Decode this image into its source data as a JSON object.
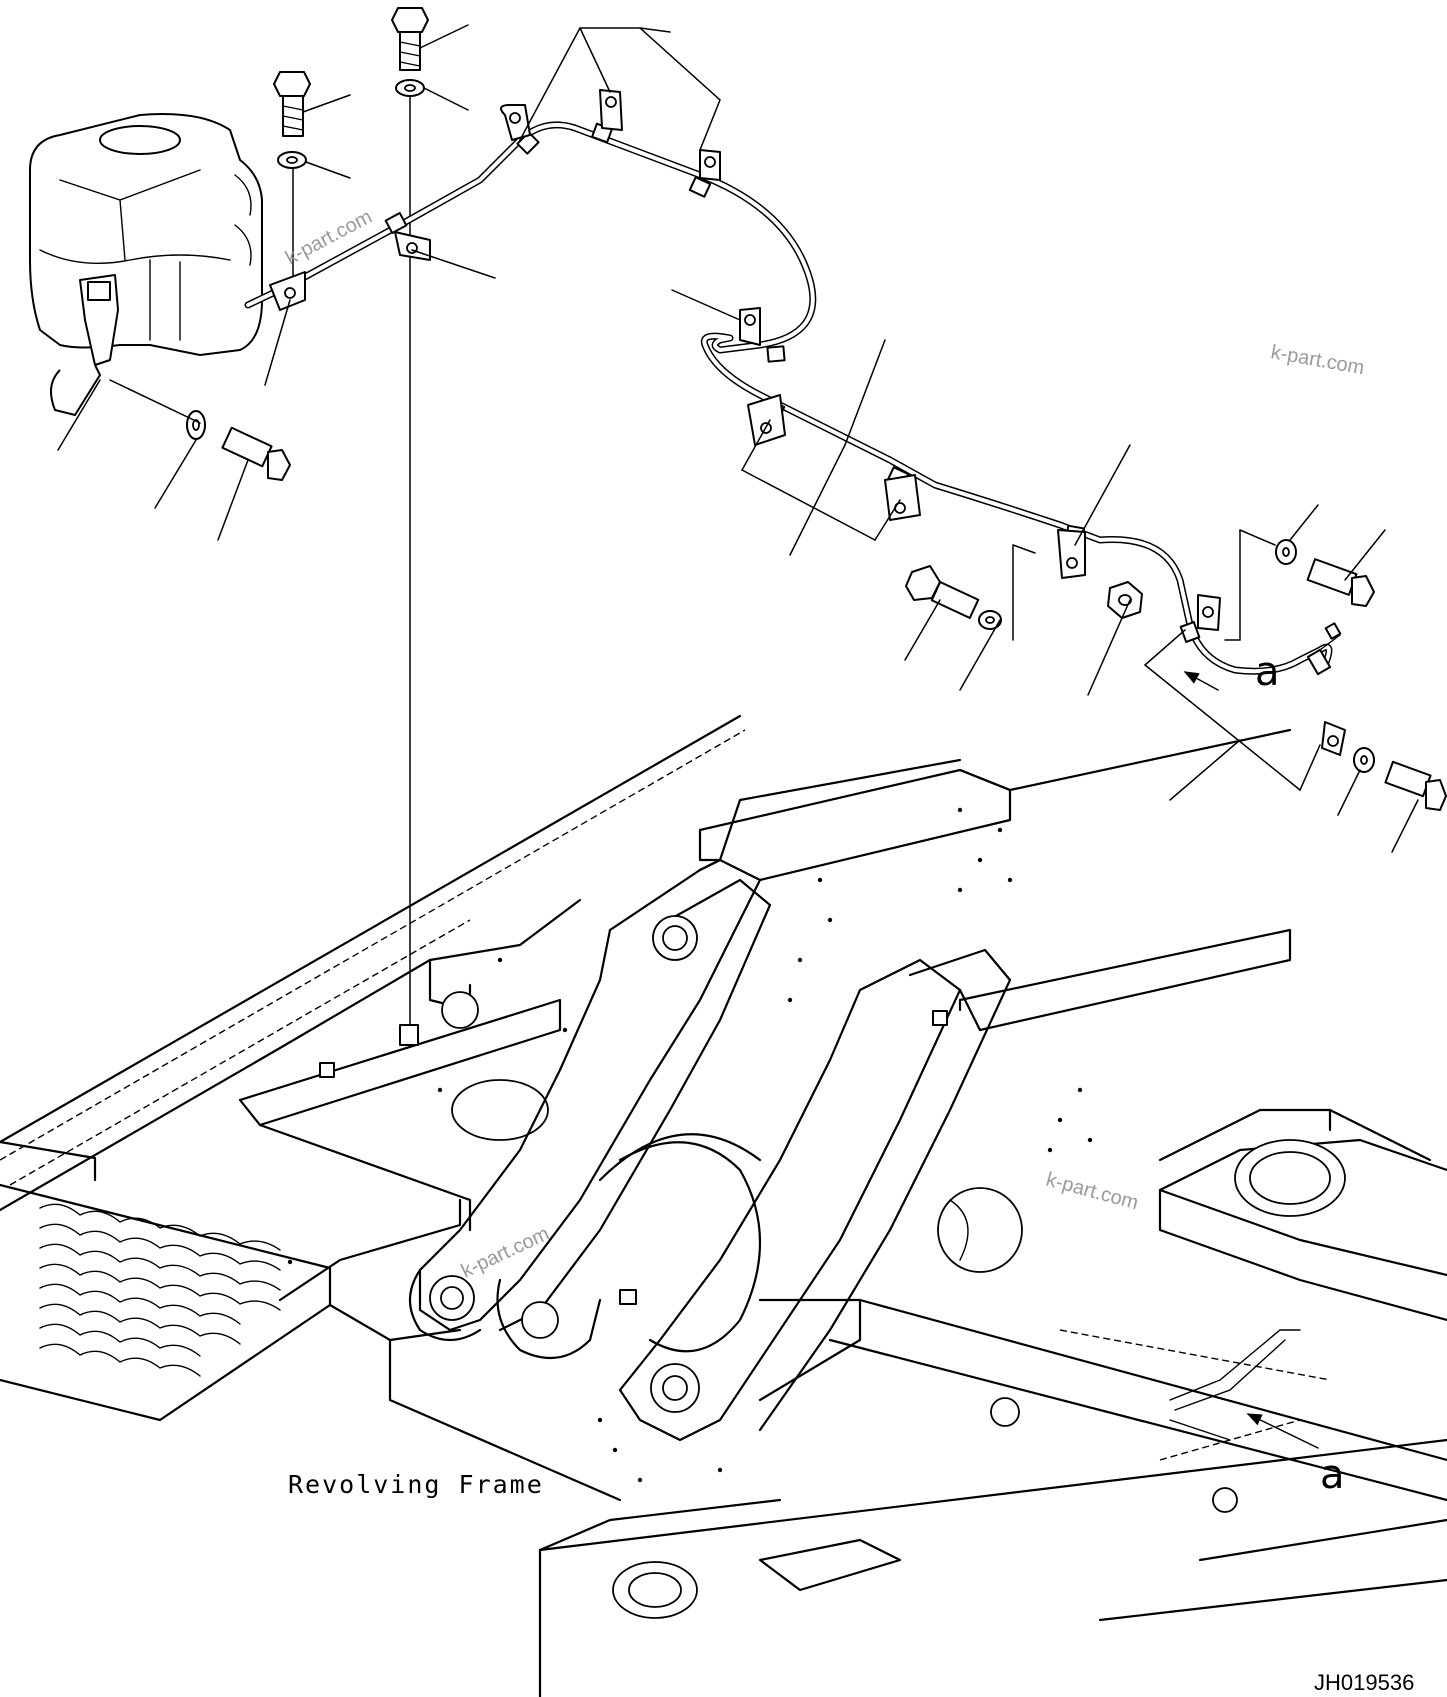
{
  "diagram": {
    "frame_label": "Revolving Frame",
    "callouts": [
      "a",
      "a"
    ],
    "drawing_code": "JH019536",
    "watermarks": [
      "k-part.com",
      "k-part.com",
      "k-part.com",
      "k-part.com"
    ]
  }
}
